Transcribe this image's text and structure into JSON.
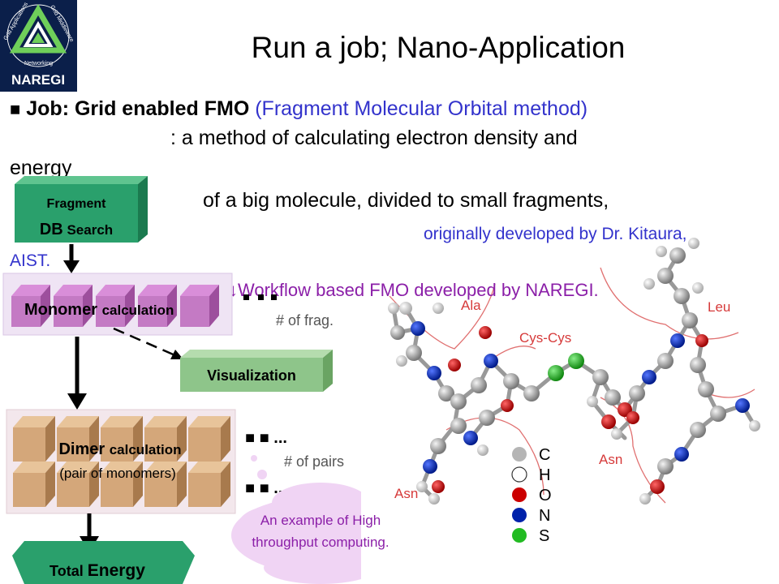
{
  "logo": {
    "text": "NAREGI",
    "ring_text_1": "Grid Applications",
    "ring_text_2": "Grid Middleware",
    "ring_text_3": "Networking"
  },
  "title": "Run a job; Nano-Application",
  "body": {
    "bullet": "■",
    "job_label": "Job: Grid enabled FMO",
    "job_paren": "(Fragment Molecular Orbital method)",
    "line2": ": a method of calculating electron density and",
    "line2b": "energy",
    "line3": "of a big molecule, divided to small fragments,",
    "line4": "originally developed by Dr. Kitaura,",
    "line4b": "AIST.",
    "line5": "↓Workflow based FMO developed by NAREGI."
  },
  "workflow": {
    "fragment_db_1": "Fragment",
    "fragment_db_2a": "DB",
    "fragment_db_2b": "Search",
    "monomer_a": "Monomer",
    "monomer_b": "calculation",
    "visualization": "Visualization",
    "dimer_a": "Dimer",
    "dimer_b": "calculation",
    "dimer_sub": "(pair of monomers)",
    "total_a": "Total",
    "total_b": "Energy",
    "frag_count": "# of frag.",
    "pairs_count": "# of pairs",
    "dots_1": "■ ■ ...",
    "dots_2": "■ ■ ...",
    "dots_3": "■ ■",
    "cloud": "An example of High throughput computing."
  },
  "molecule": {
    "residues": [
      "Ala",
      "Leu",
      "Cys-Cys",
      "Asn",
      "Asn"
    ],
    "legend": [
      {
        "symbol": "C",
        "color": "#b5b5b5"
      },
      {
        "symbol": "H",
        "color": "#ffffff"
      },
      {
        "symbol": "O",
        "color": "#cc0000"
      },
      {
        "symbol": "N",
        "color": "#0022aa"
      },
      {
        "symbol": "S",
        "color": "#22bb22"
      }
    ]
  },
  "colors": {
    "navy": "#0b1f4a",
    "green_box": "#2aa06c",
    "light_green_box": "#8ec58a",
    "purple_text": "#8b1fa8",
    "blue_text": "#3333cc",
    "panel_bg": "#efe4f4",
    "block": "#d4b28a"
  }
}
